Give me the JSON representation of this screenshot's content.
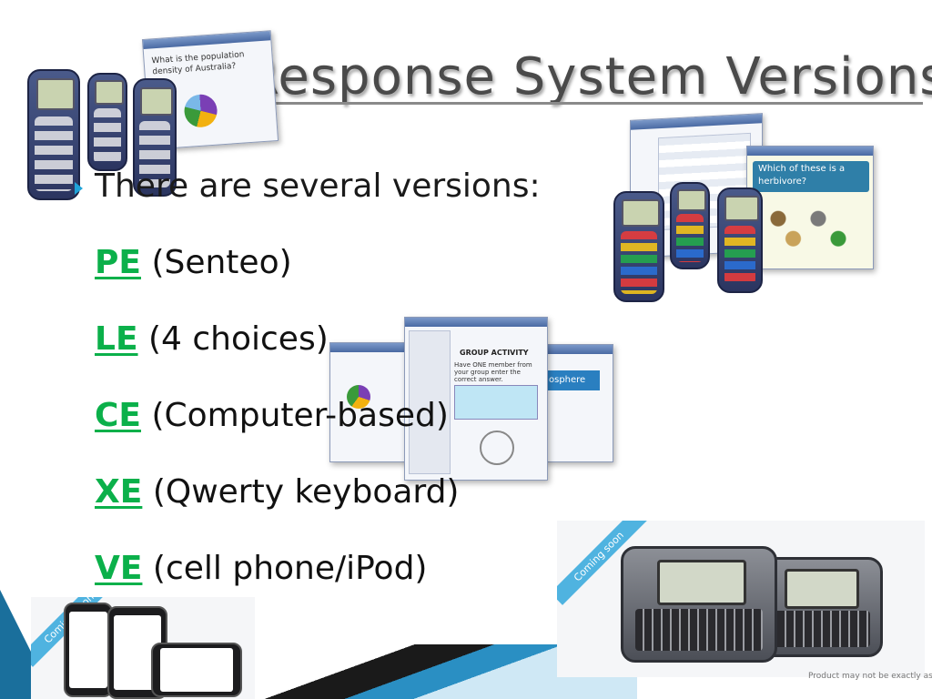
{
  "title": "Response System Versions",
  "intro": "There are several versions:",
  "versions": [
    {
      "code": "PE",
      "desc": "(Senteo)"
    },
    {
      "code": "LE",
      "desc": "(4 choices)"
    },
    {
      "code": "CE",
      "desc": "(Computer-based)"
    },
    {
      "code": "XE",
      "desc": "(Qwerty keyboard)"
    },
    {
      "code": "VE",
      "desc": "(cell phone/iPod)"
    }
  ],
  "screens": {
    "pe_question": "What is the population density of Australia?",
    "le_question": "Which of these is a herbivore?",
    "ce_heading": "GROUP ACTIVITY",
    "ce_instruction": "Have ONE member from your group enter the correct answer.",
    "ce_word": "osphere"
  },
  "ribbons": {
    "xe": "Coming soon",
    "ve": "Coming soon"
  },
  "footnote": "Product may not be exactly as shown",
  "colors": {
    "title": "#4a4a4a",
    "code_green": "#0bb04a",
    "bullet_blue": "#1fa3d8"
  }
}
